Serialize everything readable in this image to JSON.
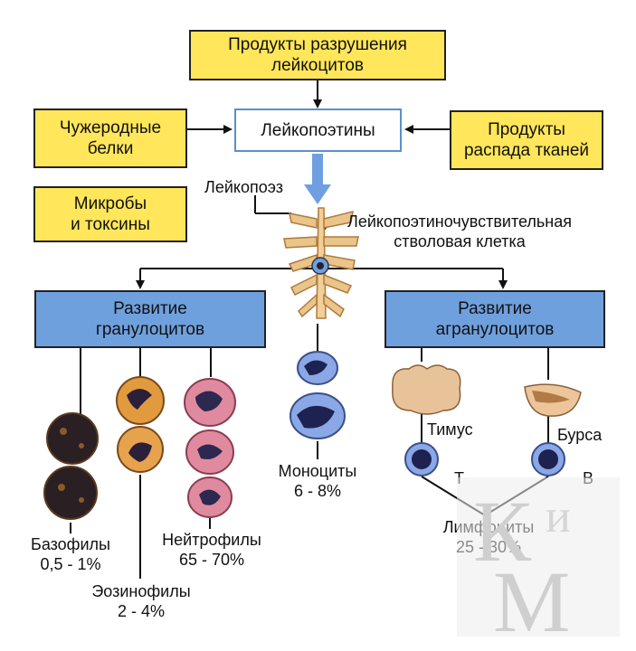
{
  "boxes": {
    "leukocyte_products": [
      "Продукты разрушения",
      "лейкоцитов"
    ],
    "leukopoietins": "Лейкопоэтины",
    "foreign_proteins": [
      "Чужеродные",
      "белки"
    ],
    "tissue_products": [
      "Продукты",
      "распада тканей"
    ],
    "microbes": [
      "Микробы",
      "и токсины"
    ],
    "granulocytes": [
      "Развитие",
      "гранулоцитов"
    ],
    "agranulocytes": [
      "Развитие",
      "агранулоцитов"
    ]
  },
  "labels": {
    "leukopoiesis": "Лейкопоэз",
    "stem_cell": [
      "Лейкопоэтиночувствительная",
      "стволовая клетка"
    ],
    "thymus": "Тимус",
    "bursa": "Бурса",
    "t": "Т",
    "b": "В"
  },
  "cells": {
    "basophils": {
      "name": "Базофилы",
      "range": "0,5 - 1%"
    },
    "eosinophils": {
      "name": "Эозинофилы",
      "range": "2 - 4%"
    },
    "neutrophils": {
      "name": "Нейтрофилы",
      "range": "65 - 70%"
    },
    "monocytes": {
      "name": "Моноциты",
      "range": "6 - 8%"
    },
    "lymphocytes": {
      "name": "Лимфоциты",
      "range": "25 - 30%"
    }
  },
  "watermark": "КиМ",
  "colors": {
    "yellow_box": "#ffe65a",
    "blue_box": "#6fa0de",
    "arrow_blue": "#6f9fe0"
  }
}
